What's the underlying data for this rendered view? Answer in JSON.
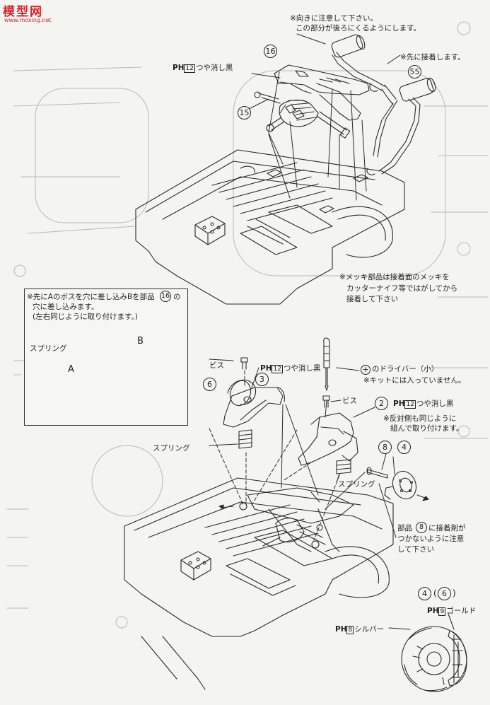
{
  "watermark": {
    "site_name": "模型网",
    "url": "www.moxing.net"
  },
  "labels": {
    "note_top_line1": "※向きに注意して下さい。",
    "note_top_line2": "この部分が後ろにくるようにします。",
    "note_glue_first": "※先に接着します。",
    "paint_semi_gloss_black": "つや消し黒",
    "paint_code_12": "12",
    "paint_code_9": "9",
    "paint_code_8": "8",
    "paint_gold": "ゴールド",
    "paint_silver": "シルバー",
    "part_16": "16",
    "part_15": "15",
    "part_55": "55",
    "part_6": "6",
    "part_3": "3",
    "part_2": "2",
    "part_8": "8",
    "part_4": "4",
    "part_4b": "4",
    "part_6b": "6",
    "plating_note_line1": "※メッキ部品は接着面のメッキを",
    "plating_note_line2": "カッターナイフ等ではがしてから",
    "plating_note_line3": "接着して下さい",
    "inset_note_line1": "※先にAのボスを穴に差し込みBを部品",
    "inset_note_line2": "穴に差し込みます。",
    "inset_note_line3": "(左右同じように取り付けます。)",
    "inset_part_16": "16",
    "inset_note_suffix": "の",
    "label_spring": "スプリング",
    "label_A": "A",
    "label_B": "B",
    "label_screw": "ビス",
    "driver_note_line1": "のドライバー（小）",
    "driver_note_line2": "※キットには入っていません。",
    "opposite_side_line1": "※反対側も同じように",
    "opposite_side_line2": "組んで取り付けます。",
    "part8_note_line1": "部品",
    "part8_note_line1b": "に接着剤が",
    "part8_note_line2": "つかないように注意",
    "part8_note_line3": "して下さい",
    "ph_prefix": "PH"
  },
  "colors": {
    "watermark_red": "#d8232a",
    "line": "#2a2a2a"
  }
}
